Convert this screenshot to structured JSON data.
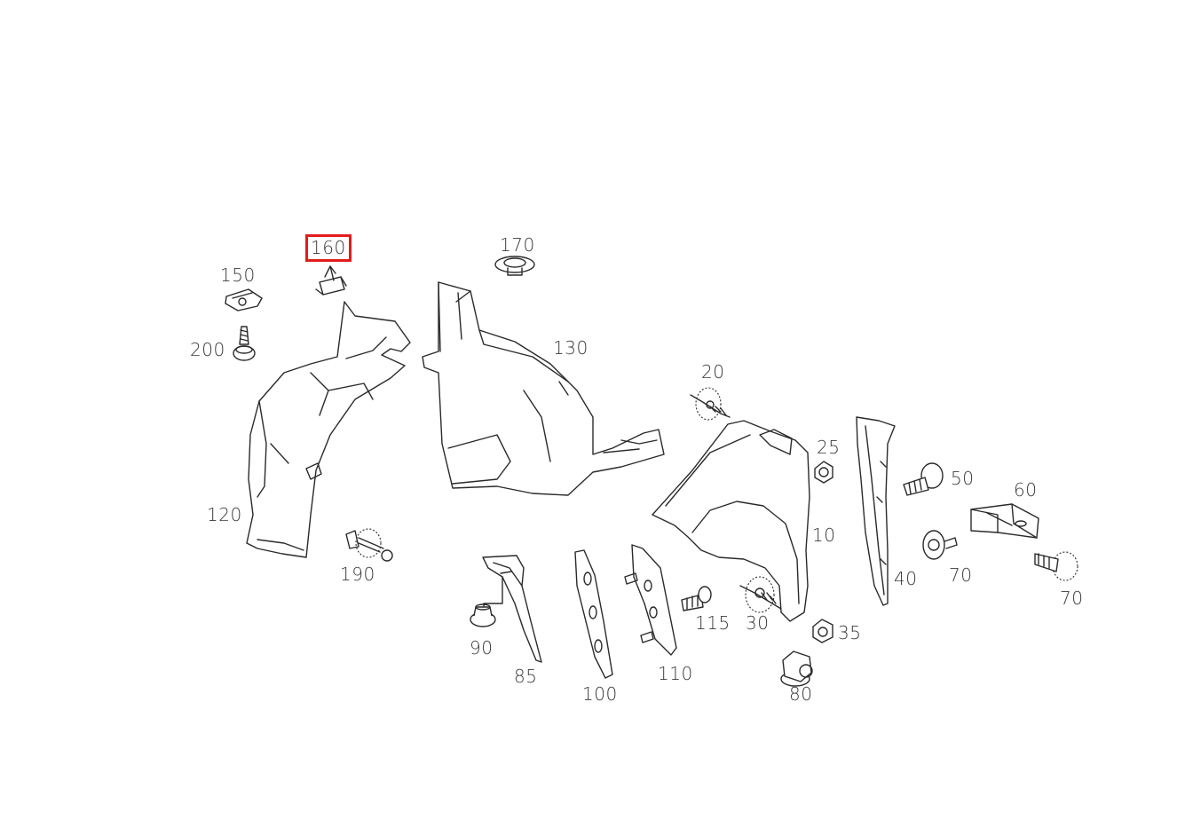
{
  "diagram": {
    "highlight_color": "#e41b1b",
    "line_color": "#2a2a2a",
    "highlighted_part": "160",
    "labels": {
      "p10": "10",
      "p20": "20",
      "p25": "25",
      "p30": "30",
      "p35": "35",
      "p40": "40",
      "p50": "50",
      "p60": "60",
      "p70a": "70",
      "p70b": "70",
      "p80": "80",
      "p85": "85",
      "p90": "90",
      "p100": "100",
      "p110": "110",
      "p115": "115",
      "p120": "120",
      "p130": "130",
      "p150": "150",
      "p160": "160",
      "p170": "170",
      "p190": "190",
      "p200": "200"
    }
  }
}
